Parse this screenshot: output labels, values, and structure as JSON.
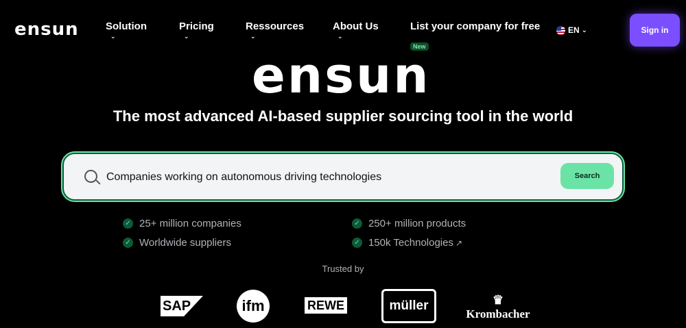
{
  "header": {
    "logo": "ensun",
    "nav": [
      {
        "label": "Solution"
      },
      {
        "label": "Pricing"
      },
      {
        "label": "Ressources"
      },
      {
        "label": "About Us"
      }
    ],
    "list_company": {
      "label": "List your company for free",
      "badge": "New"
    },
    "language": "EN",
    "sign_in": "Sign in"
  },
  "hero": {
    "logo": "ensun",
    "tagline": "The most advanced AI-based supplier sourcing tool in the world",
    "search": {
      "value": "Companies working on autonomous driving technologies",
      "button": "Search"
    },
    "features": [
      "25+ million companies",
      "250+ million products",
      "Worldwide suppliers",
      "150k Technologies"
    ]
  },
  "trusted": {
    "label": "Trusted by",
    "brands": [
      "SAP",
      "ifm",
      "REWE",
      "müller",
      "Krombacher"
    ]
  },
  "colors": {
    "accent_green": "#6ce3a6",
    "accent_purple": "#7b4fff",
    "background": "#000000"
  }
}
